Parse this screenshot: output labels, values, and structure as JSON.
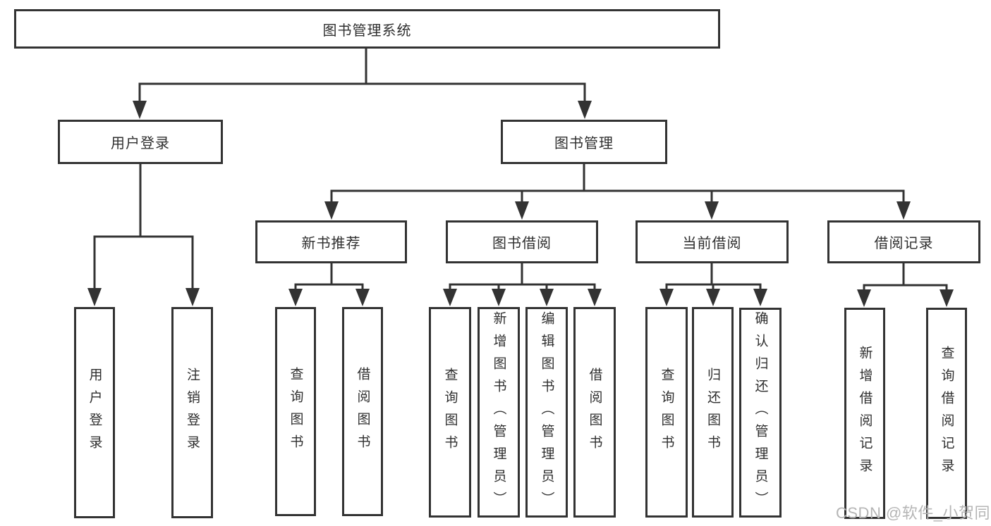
{
  "page": {
    "background": "#ffffff"
  },
  "colors": {
    "line": "#333333",
    "box_border": "#333333",
    "text": "#2f2f2f",
    "watermark": "#b5b5b5"
  },
  "watermark": {
    "text": "CSDN @软件_小贺同学"
  },
  "tree": {
    "root": {
      "label": "图书管理系统"
    },
    "branches": [
      {
        "label": "用户登录",
        "children": [
          {
            "label": "用户登录"
          },
          {
            "label": "注销登录"
          }
        ]
      },
      {
        "label": "图书管理",
        "children": [
          {
            "label": "新书推荐",
            "children": [
              {
                "label": "查询图书"
              },
              {
                "label": "借阅图书"
              }
            ]
          },
          {
            "label": "图书借阅",
            "children": [
              {
                "label": "查询图书"
              },
              {
                "label": "新增图书（管理员）"
              },
              {
                "label": "编辑图书（管理员）"
              },
              {
                "label": "借阅图书"
              }
            ]
          },
          {
            "label": "当前借阅",
            "children": [
              {
                "label": "查询图书"
              },
              {
                "label": "归还图书"
              },
              {
                "label": "确认归还（管理员）"
              }
            ]
          },
          {
            "label": "借阅记录",
            "children": [
              {
                "label": "新增借阅记录"
              },
              {
                "label": "查询借阅记录"
              }
            ]
          }
        ]
      }
    ]
  }
}
